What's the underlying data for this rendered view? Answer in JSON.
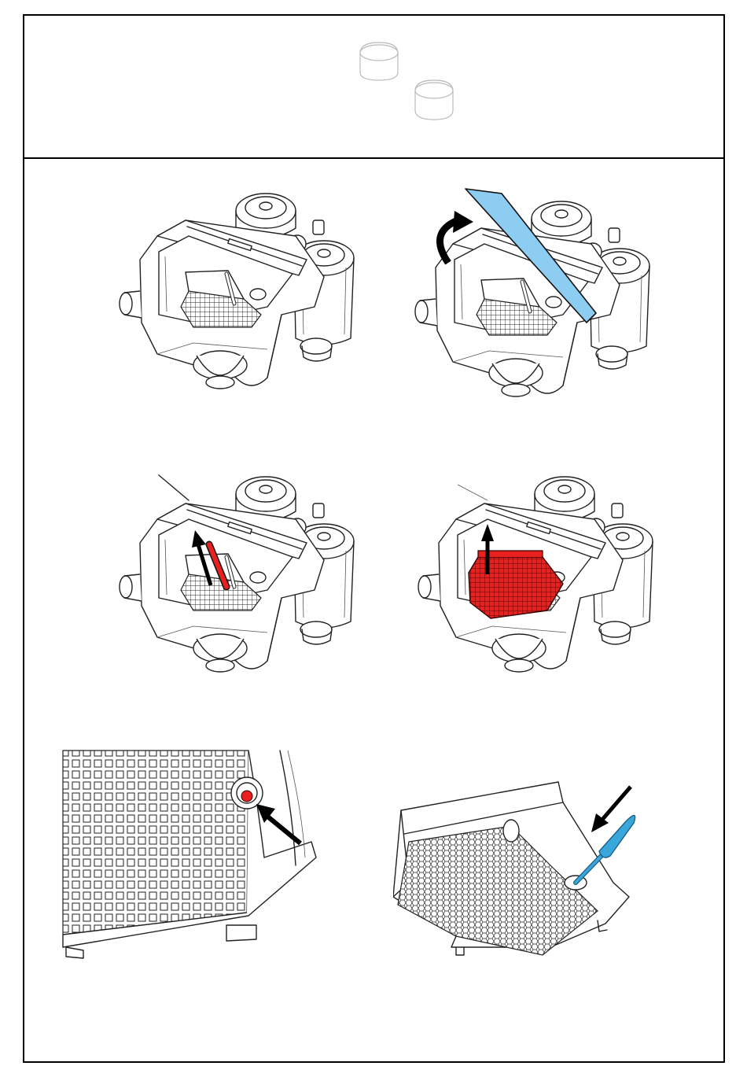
{
  "colors": {
    "lid_highlight": "#8ecdf2",
    "part_highlight": "#e8201e",
    "tool_highlight": "#3aa7dc",
    "line": "#222222",
    "background": "#ffffff"
  },
  "panels": [
    {
      "id": "caps",
      "icon": "end-caps-icon"
    },
    {
      "id": "step-1",
      "icon": "unit-closed-icon"
    },
    {
      "id": "step-2",
      "icon": "lid-open-icon"
    },
    {
      "id": "step-3",
      "icon": "remove-pin-icon"
    },
    {
      "id": "step-4",
      "icon": "remove-basket-icon"
    },
    {
      "id": "step-5",
      "icon": "grid-drain-icon"
    },
    {
      "id": "step-6",
      "icon": "tray-screwdriver-icon"
    }
  ]
}
